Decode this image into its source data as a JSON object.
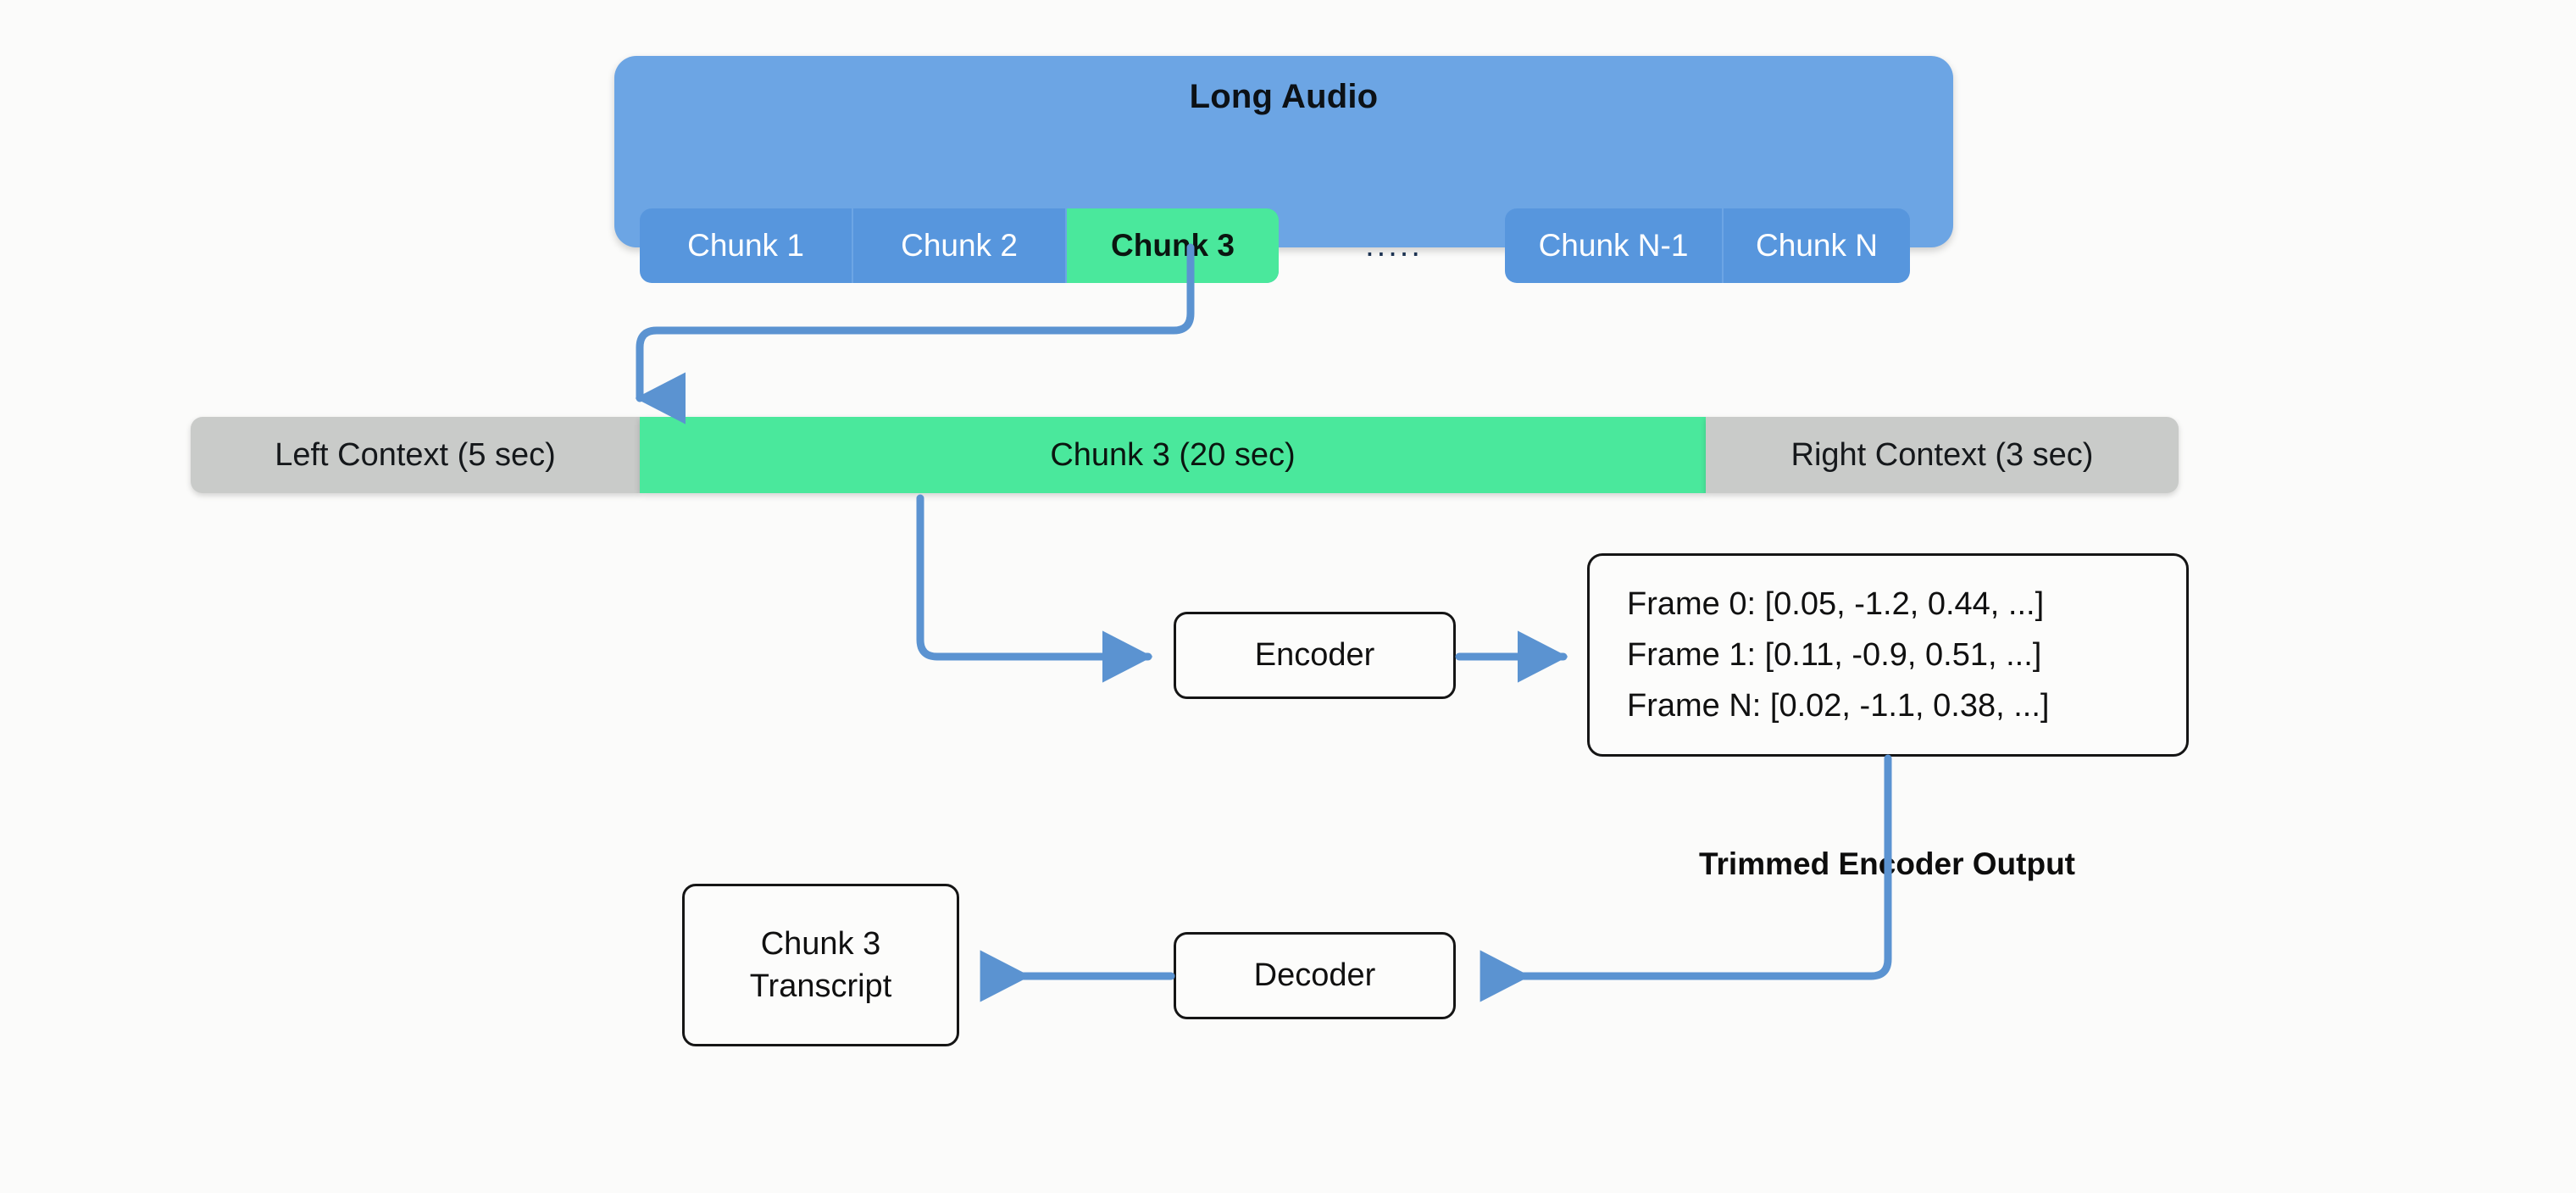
{
  "diagram": {
    "title_hidden": "Chunked long-audio ASR pipeline",
    "long_audio": {
      "label": "Long Audio",
      "chunks_left": [
        "Chunk 1",
        "Chunk 2",
        "Chunk 3"
      ],
      "ellipsis": ".....",
      "chunks_right": [
        "Chunk N-1",
        "Chunk N"
      ],
      "highlighted_chunk": "Chunk 3"
    },
    "context_row": {
      "left_context": "Left Context (5 sec)",
      "center_chunk": "Chunk 3 (20 sec)",
      "right_context": "Right Context (3 sec)"
    },
    "encoder": {
      "label": "Encoder"
    },
    "decoder": {
      "label": "Decoder"
    },
    "frames": {
      "lines": [
        "Frame 0: [0.05, -1.2, 0.44, ...]",
        "Frame 1: [0.11, -0.9, 0.51, ...]",
        "Frame N: [0.02, -1.1, 0.38, ...]"
      ]
    },
    "trimmed_label": "Trimmed Encoder Output",
    "transcript": {
      "line1": "Chunk 3",
      "line2": "Transcript"
    },
    "colors": {
      "page_background": "#fbfbfa",
      "long_audio_blue": "#6ca5e4",
      "chunk_pill_blue": "#5796dd",
      "highlight_green": "#4ae89c",
      "context_gray": "#c9cbc9",
      "arrow_blue": "#5b93d1",
      "box_border": "#151515",
      "text_dark": "#101010",
      "text_light": "#ffffff"
    }
  }
}
